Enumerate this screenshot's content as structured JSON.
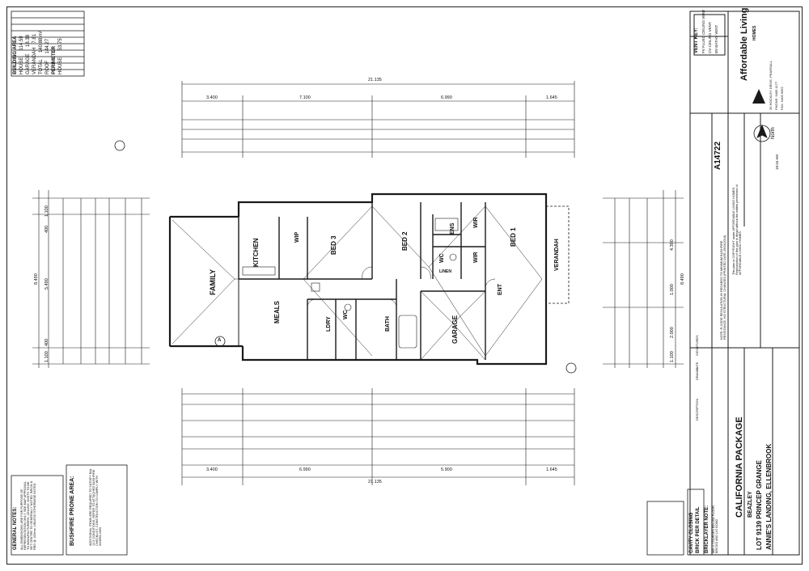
{
  "building_area": {
    "title": "BUILDING AREA",
    "rows": [
      {
        "label": "HOUSE",
        "value": "114.59"
      },
      {
        "label": "GARAGE",
        "value": "18.38"
      },
      {
        "label": "VERANDAH",
        "value": "7.81"
      },
      {
        "label": "TOTAL",
        "value": "140.88 m²"
      },
      {
        "label": "ROOF",
        "value": "144.27"
      }
    ],
    "perimeter_title": "PERIMETER",
    "perimeter_row": {
      "label": "HOUSE",
      "value": "53.75"
    }
  },
  "vent_key": {
    "title": "VENT KEY:",
    "items": [
      {
        "code": "FV",
        "label": "FLUED CEILING VENT"
      },
      {
        "code": "CV",
        "label": "CEILING VENT"
      },
      {
        "code": "BV",
        "label": "BATHS VENT"
      }
    ]
  },
  "brand": {
    "name": "Affordable Living",
    "sub": "HOMES",
    "address": "26 HOCKLEY DRIVE, PEARSALL",
    "phone": "PHONE: 9405 1177",
    "fax": "FAX: 9405 9962"
  },
  "job": {
    "number": "A14722",
    "north_label": "North",
    "date": "18:34 AM"
  },
  "notes": {
    "copyright": "This plan is COPYRIGHT under AFFORDABLE LIVING HOMES. Reproduction of this plan is illegal without the written permission of AFFORDABLE LIVING HOMES.",
    "regulation": "NOTE: R-CODE REGULATION IN REGARDS TO MINIMUM BUSHFIRE RESISTANCE. NO STRUCTURAL CHANGES (PRINTED DATE 29/03/2018)"
  },
  "general_notes": {
    "title": "GENERAL NOTES:",
    "body": "ALL DIMENSIONS ARE FOR PURPOSE OF REPRESENTATION ONLY. SEE MAP APPROVAL TO MANUFACTURERS. CEILING JOISTS TO BE SET CENTRE TO GENERALLY NOTED. BRICK & RBG @ 100mm, UNLESS OTHERWISE NOTED."
  },
  "bushfire": {
    "title": "BUSHFIRE PRONE AREA:",
    "body": "ADDITIONAL ITEMS ARE REQUIRED TO SATISFY BAL 12.5 CONDITIONS. REFER TO ATTACHED BUSHFIRE CHECKLIST. CONSTRUCTION TO COMPLY WITH AS3959-2009"
  },
  "bricklayer": {
    "title": "BRICKLAYER NOTE:",
    "body": "MIN 2 COURSES BELOW FLOOR, BRICKS AND LIG BOND"
  },
  "cavity": {
    "line1": "CAVITY CLOSING",
    "line2": "BRICK PIER DETAIL"
  },
  "title_block": {
    "package": "CALIFORNIA PACKAGE",
    "client": "BEAZLEY",
    "lot": "LOT 9139 PRINCEP GRANGE",
    "estate": "ANNIE'S LANDING, ELLENBROOK",
    "revision_headers": [
      "DESCRIPTION",
      "DRAWN",
      "DATE",
      "SIGNATURES"
    ]
  },
  "dimensions": {
    "overall_top": "21.135",
    "overall_bottom": "21.135",
    "overall_side": "8.490",
    "segments_top": [
      "3.400",
      "7.100",
      "6.990",
      "1.645"
    ],
    "segments_bottom": [
      "3.400",
      "6.990",
      "5.900",
      "1.645"
    ],
    "side_segments": [
      "1.100",
      "400",
      "5.490",
      "400",
      "1.100"
    ],
    "right_segments": [
      "1.100",
      "2.000",
      "1.000",
      "4.390"
    ]
  },
  "rooms": [
    {
      "name": "FAMILY"
    },
    {
      "name": "KITCHEN"
    },
    {
      "name": "WIP"
    },
    {
      "name": "MEALS"
    },
    {
      "name": "BED 3"
    },
    {
      "name": "BED 2"
    },
    {
      "name": "ENS"
    },
    {
      "name": "WIR"
    },
    {
      "name": "WC"
    },
    {
      "name": "WIR"
    },
    {
      "name": "BED 1"
    },
    {
      "name": "VERANDAH"
    },
    {
      "name": "ENT"
    },
    {
      "name": "LDRY"
    },
    {
      "name": "WC"
    },
    {
      "name": "BATH"
    },
    {
      "name": "GARAGE"
    },
    {
      "name": "LINEN"
    }
  ],
  "section_marker": "A",
  "colors": {
    "line": "#1a1a1a",
    "paper": "#ffffff"
  }
}
